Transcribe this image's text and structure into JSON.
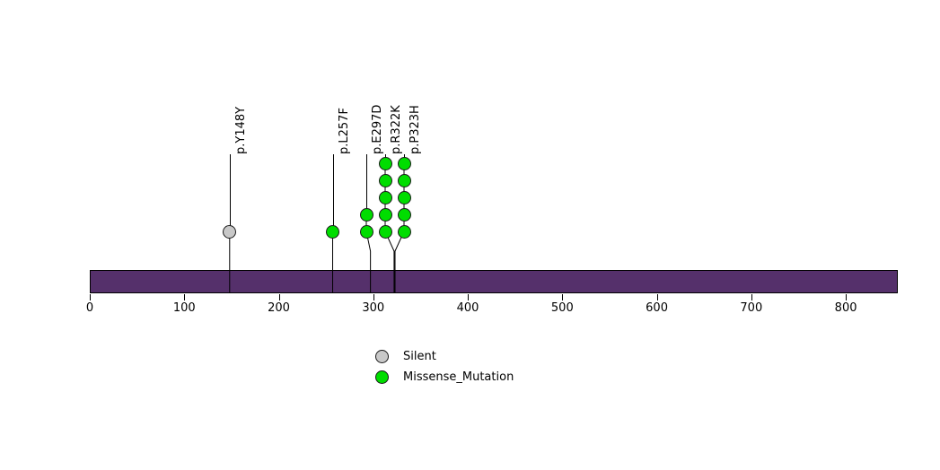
{
  "chart_data": {
    "type": "lollipop",
    "title": "",
    "xlabel": "",
    "ylabel": "",
    "xlim": [
      0,
      855
    ],
    "axis_ticks": [
      0,
      100,
      200,
      300,
      400,
      500,
      600,
      700,
      800
    ],
    "protein": {
      "name": "protein-backbone",
      "start": 0,
      "end": 855,
      "color": "#55306b"
    },
    "legend": {
      "position": "bottom-center",
      "entries": [
        {
          "label": "Silent",
          "color": "#c8c8c8"
        },
        {
          "label": "Missense_Mutation",
          "color": "#00dd00"
        }
      ]
    },
    "mutations": [
      {
        "label": "p.Y148Y",
        "position": 148,
        "count": 1,
        "type": "Silent",
        "color": "#c8c8c8"
      },
      {
        "label": "p.L257F",
        "position": 257,
        "count": 1,
        "type": "Missense_Mutation",
        "color": "#00dd00"
      },
      {
        "label": "p.E297D",
        "position": 297,
        "count": 2,
        "type": "Missense_Mutation",
        "color": "#00dd00"
      },
      {
        "label": "p.R322K",
        "position": 322,
        "count": 5,
        "type": "Missense_Mutation",
        "color": "#00dd00"
      },
      {
        "label": "p.P323H",
        "position": 323,
        "count": 5,
        "type": "Missense_Mutation",
        "color": "#00dd00"
      }
    ]
  }
}
